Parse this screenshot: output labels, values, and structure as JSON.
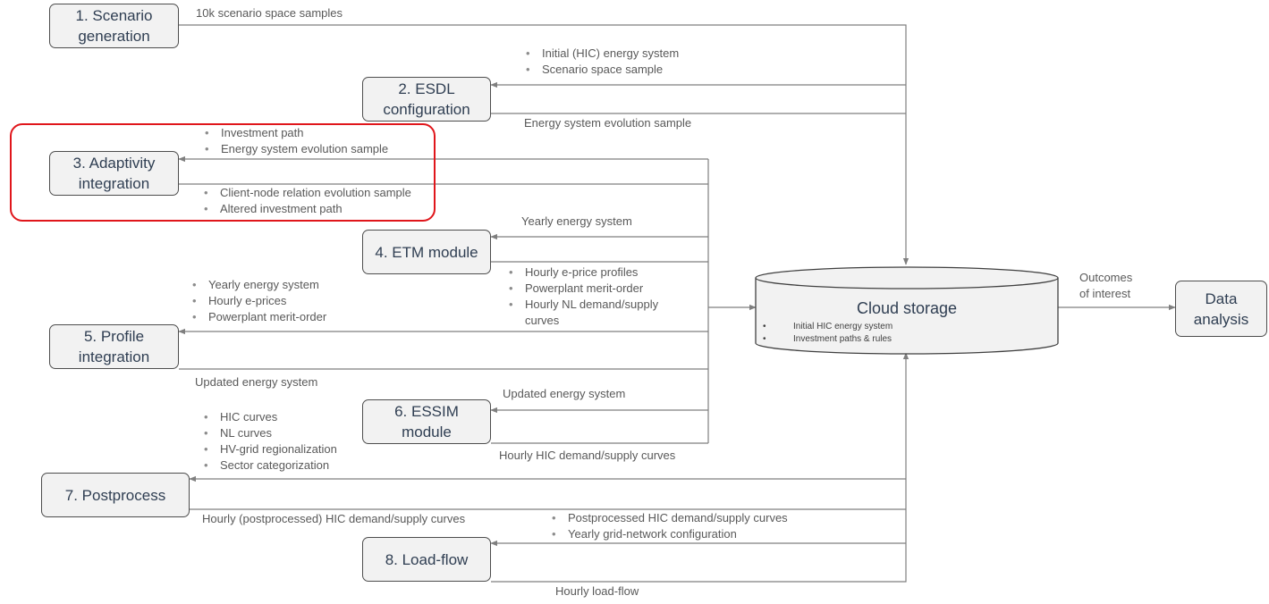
{
  "boxes": {
    "scenario": "1. Scenario\ngeneration",
    "esdl": "2. ESDL\nconfiguration",
    "adaptivity": "3. Adaptivity\nintegration",
    "etm": "4. ETM module",
    "profile": "5. Profile\nintegration",
    "essim": "6. ESSIM\nmodule",
    "postprocess": "7. Postprocess",
    "loadflow": "8. Load-flow",
    "data_analysis": "Data\nanalysis"
  },
  "cloud": {
    "title": "Cloud storage",
    "items": [
      "Initial HIC energy system",
      "Investment paths & rules"
    ]
  },
  "labels": {
    "scenario_samples": "10k scenario space samples",
    "esdl_in": [
      "Initial (HIC) energy system",
      "Scenario space sample"
    ],
    "esdl_out": "Energy system evolution sample",
    "adapt_in": [
      "Investment path",
      "Energy system evolution sample"
    ],
    "adapt_out": [
      "Client-node relation evolution sample",
      "Altered investment path"
    ],
    "etm_in": "Yearly energy system",
    "etm_out": [
      "Hourly e-price profiles",
      "Powerplant merit-order",
      "Hourly NL demand/supply\ncurves"
    ],
    "profile_in": [
      "Yearly energy system",
      "Hourly e-prices",
      "Powerplant merit-order"
    ],
    "profile_out": "Updated energy system",
    "essim_in": "Updated energy system",
    "essim_out": "Hourly HIC demand/supply curves",
    "post_in": [
      "HIC curves",
      "NL curves",
      "HV-grid regionalization",
      "Sector categorization"
    ],
    "post_out": "Hourly (postprocessed) HIC demand/supply curves",
    "loadflow_in": [
      "Postprocessed HIC demand/supply curves",
      "Yearly grid-network configuration"
    ],
    "loadflow_out": "Hourly load-flow",
    "outcomes": "Outcomes\nof interest"
  },
  "colors": {
    "line": "#7f7f7f",
    "highlight": "#e0161b",
    "box_fill": "#f2f2f2",
    "box_text": "#2f3e52"
  }
}
